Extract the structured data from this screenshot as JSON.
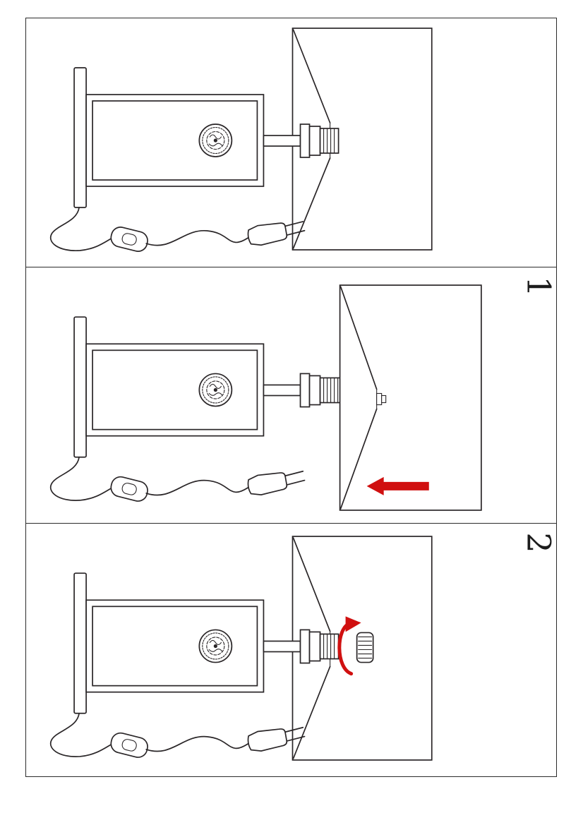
{
  "page": {
    "background": "#ffffff",
    "ink": "#2a2628",
    "accent_red": "#d01010"
  },
  "panels": [
    {
      "step_label": ""
    },
    {
      "step_label": "1"
    },
    {
      "step_label": "2"
    }
  ],
  "icons": {
    "brand_emblem": "circular-ornate-logo",
    "slide_arrow": "left-arrow",
    "rotate_arrow": "rotation-arrow"
  }
}
